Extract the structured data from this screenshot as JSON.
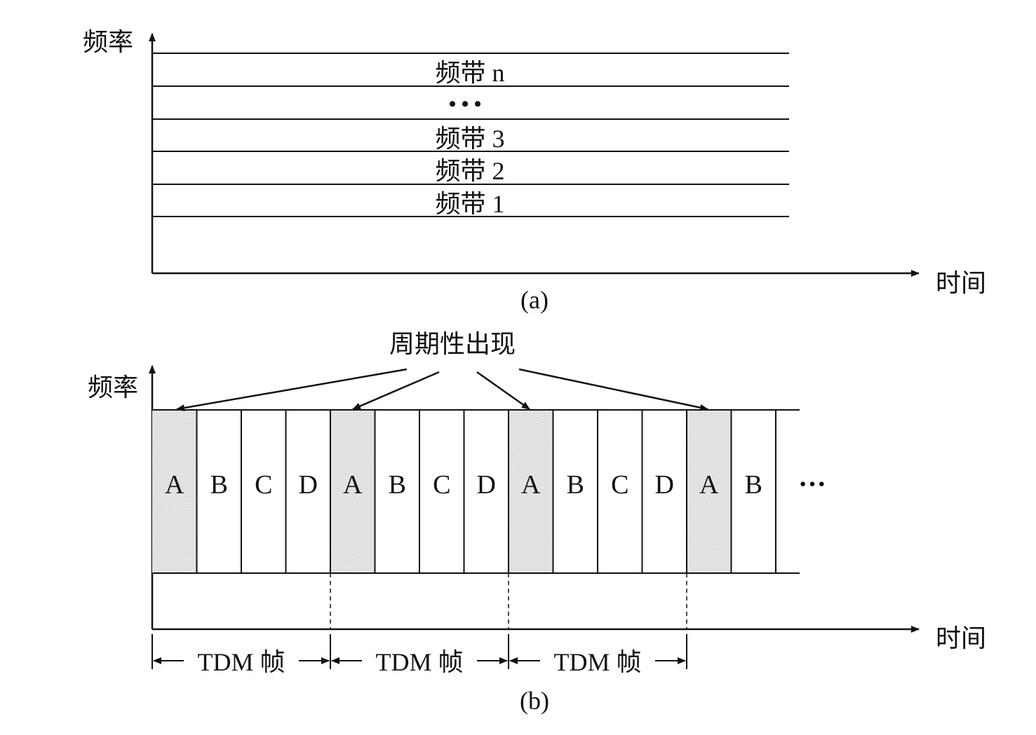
{
  "colors": {
    "ink": "#111111",
    "a_slot_fill": "#e3e3e3",
    "background": "#ffffff"
  },
  "panel_a": {
    "y_axis_label": "频率",
    "x_axis_label": "时间",
    "caption": "(a)",
    "bands": [
      {
        "label": "频带 n"
      },
      {
        "label": "• • •"
      },
      {
        "label": "频带 3"
      },
      {
        "label": "频带 2"
      },
      {
        "label": "频带 1"
      }
    ]
  },
  "panel_b": {
    "y_axis_label": "频率",
    "x_axis_label": "时间",
    "caption": "(b)",
    "annotation": "周期性出现",
    "slots": [
      "A",
      "B",
      "C",
      "D",
      "A",
      "B",
      "C",
      "D",
      "A",
      "B",
      "C",
      "D",
      "A",
      "B"
    ],
    "highlighted_slot": "A",
    "continuation": "···",
    "frames": [
      {
        "label": "TDM 帧"
      },
      {
        "label": "TDM 帧"
      },
      {
        "label": "TDM 帧"
      }
    ]
  }
}
